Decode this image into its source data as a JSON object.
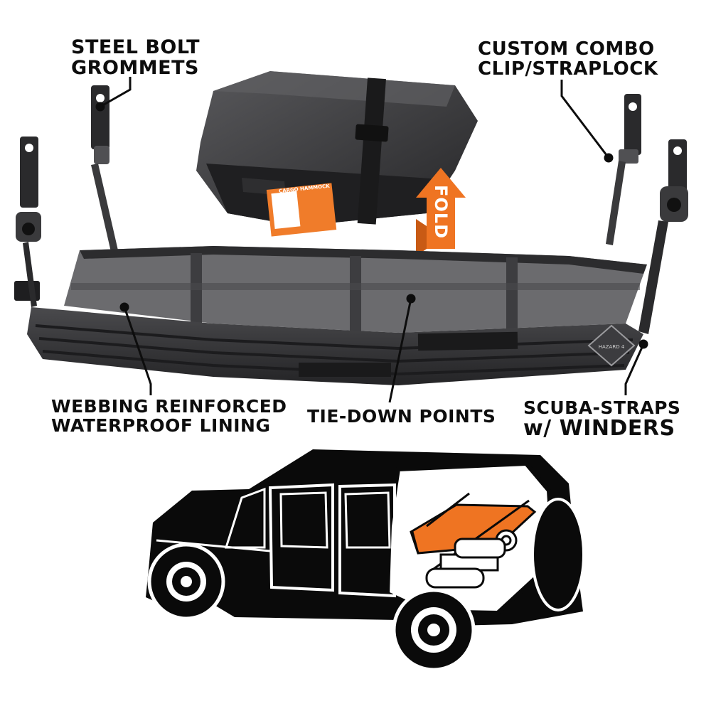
{
  "callouts": {
    "steel_bolt": [
      "STEEL BOLT",
      "GROMMETS"
    ],
    "combo_clip": [
      "CUSTOM COMBO",
      "CLIP/STRAPLOCK"
    ],
    "webbing": [
      "WEBBING REINFORCED",
      "WATERPROOF LINING"
    ],
    "tie_down": "TIE-DOWN POINTS",
    "scuba": [
      "SCUBA-STRAPS",
      "w/ WINDERS"
    ]
  },
  "fold_arrow": {
    "label": "FOLD"
  },
  "tag": {
    "title": "CARGO HAMMOCK"
  },
  "hammock_badge": {
    "brand": "HAZARD 4"
  },
  "colors": {
    "accent_orange": "#ef7422",
    "hammock_dark": "#2c2c2e",
    "hammock_lining": "#6b6b6e",
    "vehicle": "#0a0a0a",
    "text": "#0d0d0d"
  }
}
